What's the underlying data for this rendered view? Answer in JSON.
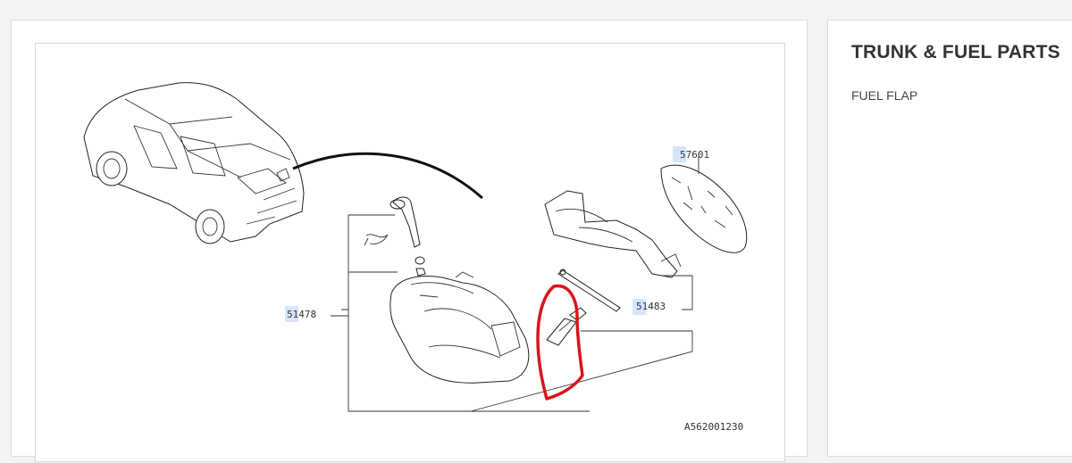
{
  "panel": {
    "title": "TRUNK & FUEL PARTS",
    "subtitle": "FUEL FLAP"
  },
  "diagram": {
    "reference_code": "A562001230",
    "part_labels": [
      "57601",
      "51478",
      "51483"
    ],
    "colors": {
      "highlight": "#d5e6fb",
      "annotation": "#d9141c"
    }
  },
  "icons": {
    "car": "car-illustration-icon",
    "annotation": "red-circle-annotation"
  }
}
